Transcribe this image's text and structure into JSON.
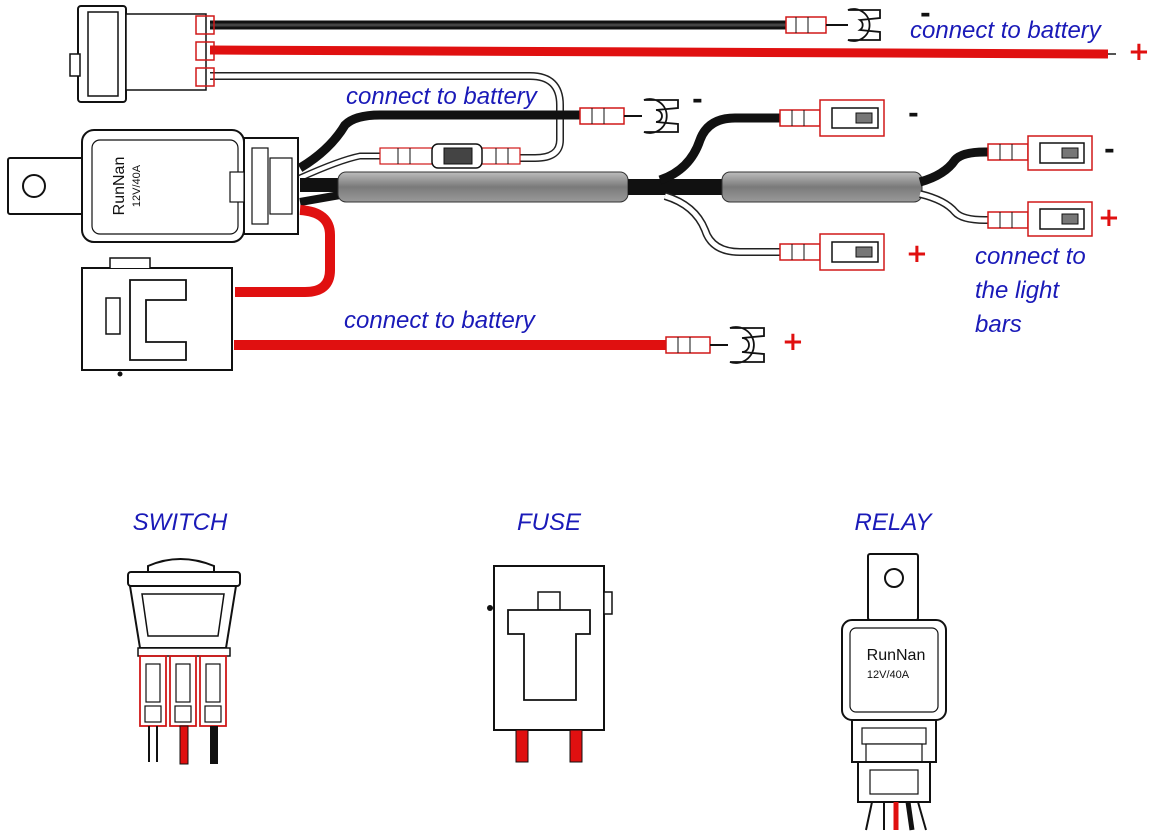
{
  "labels": {
    "connect_battery_top": "connect to battery",
    "connect_battery_middle": "connect to battery",
    "connect_battery_bottom": "connect to battery",
    "connect_lights_line1": "connect to",
    "connect_lights_line2": "the light",
    "connect_lights_line3": "bars"
  },
  "polarity": {
    "top_battery_neg": "-",
    "top_battery_pos": "+",
    "mid_battery_neg": "-",
    "light_top_neg": "-",
    "light_upper_neg": "-",
    "light_upper_pos": "+",
    "light_lower_pos": "+",
    "bottom_battery_pos": "+"
  },
  "components": {
    "switch_caption": "SWITCH",
    "fuse_caption": "FUSE",
    "relay_caption": "RELAY",
    "relay_brand": "RunNan",
    "relay_rating": "12V/40A"
  },
  "colors": {
    "label_blue": "#1a1ab8",
    "polarity_red": "#e01010",
    "wire_red": "#e01010",
    "wire_black": "#1a1a1a",
    "connector_outline": "#d01818"
  }
}
